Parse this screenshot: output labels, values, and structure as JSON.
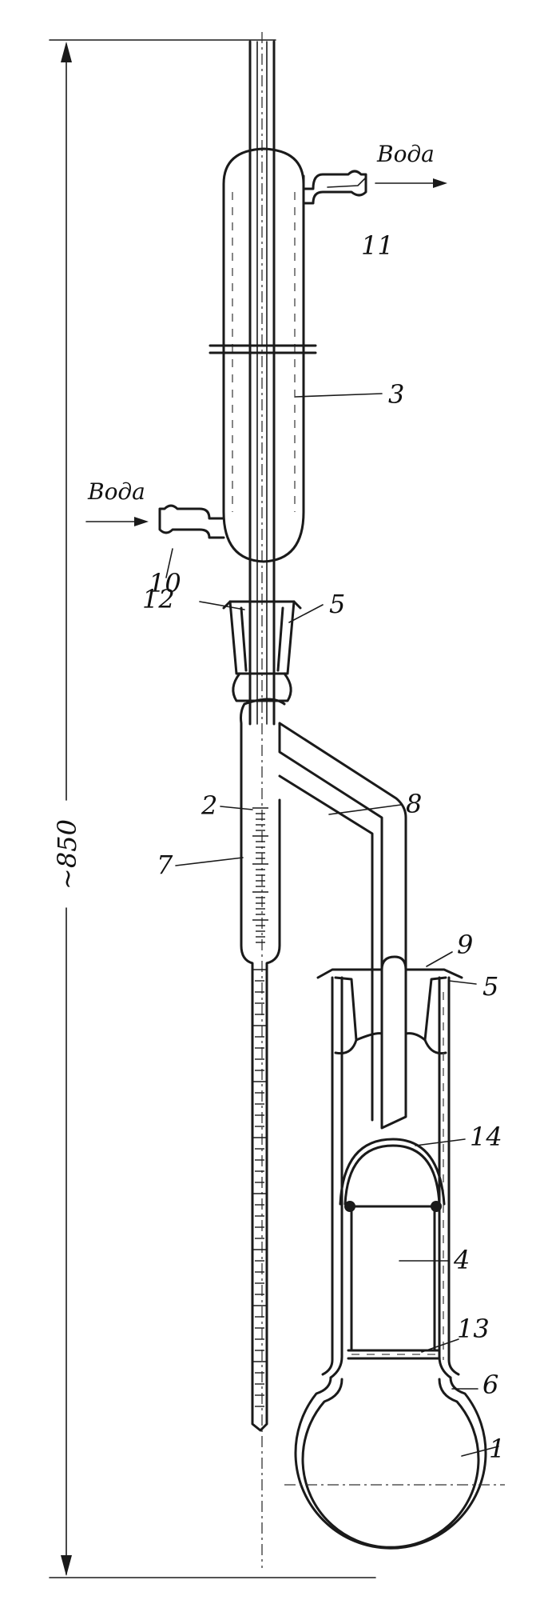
{
  "dimension": {
    "text": "~850"
  },
  "flow_labels": {
    "water_out": "Вода",
    "water_in": "Вода"
  },
  "callouts": [
    {
      "id": "flask",
      "text": "1"
    },
    {
      "id": "receiver-tube",
      "text": "2"
    },
    {
      "id": "condenser",
      "text": "3"
    },
    {
      "id": "sample-cartridge",
      "text": "4"
    },
    {
      "id": "stopper-top",
      "text": "5"
    },
    {
      "id": "stopper-side",
      "text": "5"
    },
    {
      "id": "neck-joint",
      "text": "6"
    },
    {
      "id": "graduated-scale",
      "text": "7"
    },
    {
      "id": "vapor-tube",
      "text": "8"
    },
    {
      "id": "outer-cap",
      "text": "9"
    },
    {
      "id": "water-inlet",
      "text": "10"
    },
    {
      "id": "water-outlet",
      "text": "11"
    },
    {
      "id": "clamp",
      "text": "12"
    },
    {
      "id": "mesh",
      "text": "13"
    },
    {
      "id": "wire-holder",
      "text": "14"
    }
  ]
}
